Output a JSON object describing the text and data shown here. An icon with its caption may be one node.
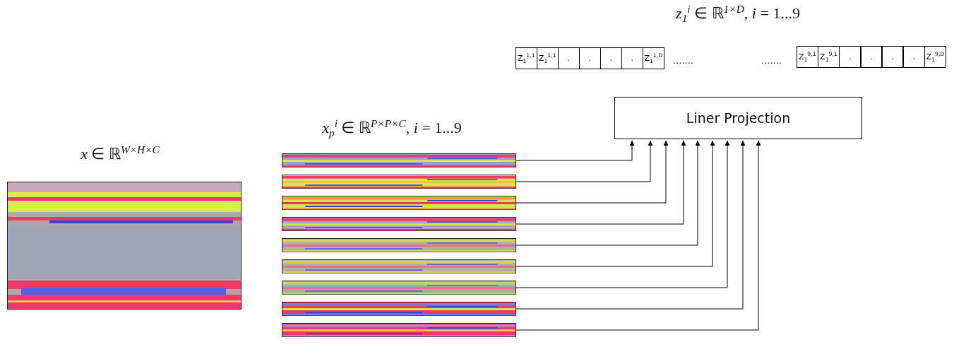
{
  "diagram": {
    "nodes": [
      {
        "text": [
          "Z$_{1}$$^{1,1}$"
        ]
      },
      {
        "text": [
          "Z$_{1}$$^{1,1}$"
        ]
      },
      {
        "text": [
          "."
        ]
      },
      {
        "text": [
          "."
        ]
      },
      {
        "text": [
          "."
        ]
      },
      {
        "text": [
          "."
        ]
      },
      {
        "text": [
          "Z$_{1}$$^{1,D}$"
        ]
      },
      {
        "text": [
          "Z$_{1}$$^{9,1}$"
        ]
      },
      {
        "text": [
          "Z$_{1}$$^{9,1}$"
        ]
      },
      {
        "text": [
          "."
        ]
      },
      {
        "text": [
          "."
        ]
      },
      {
        "text": [
          "."
        ]
      },
      {
        "text": [
          "."
        ]
      },
      {
        "text": [
          "Z$_{1}$$^{9,D}$"
        ]
      },
      {
        "text": [
          "Liner Projection"
        ]
      },
      {
        "text": [],
        "shape": "picture"
      },
      {
        "text": [],
        "shape": "picture"
      },
      {
        "text": [],
        "shape": "picture"
      },
      {
        "text": [],
        "shape": "picture"
      },
      {
        "text": [],
        "shape": "picture"
      },
      {
        "text": [],
        "shape": "picture"
      },
      {
        "text": [],
        "shape": "picture"
      },
      {
        "text": [],
        "shape": "picture"
      },
      {
        "text": [],
        "shape": "picture"
      }
    ],
    "edges": [
      {
        "from": 15,
        "to": 14,
        "arrow": "to"
      },
      {
        "from": 16,
        "to": 14,
        "arrow": "to"
      },
      {
        "from": 17,
        "to": 14,
        "arrow": "to"
      },
      {
        "from": 18,
        "to": 14,
        "arrow": "to"
      },
      {
        "from": 19,
        "to": 14,
        "arrow": "to"
      },
      {
        "from": 20,
        "to": 14,
        "arrow": "to"
      },
      {
        "from": 21,
        "to": 14,
        "arrow": "to"
      },
      {
        "from": 22,
        "to": 14,
        "arrow": "to"
      },
      {
        "from": 23,
        "to": 14,
        "arrow": "to"
      }
    ],
    "labels": [
      "*z*$_{1}$$^{i}$ ∈ ℝ$^{1×D}$, *i* = 1...9",
      ".......",
      ".......",
      "*x*$_{p}$$^{i}$ ∈ ℝ$^{P×P×C}$, *i* = 1...9",
      "*x* ∈ ℝ$^{W×H×C}$"
    ]
  }
}
